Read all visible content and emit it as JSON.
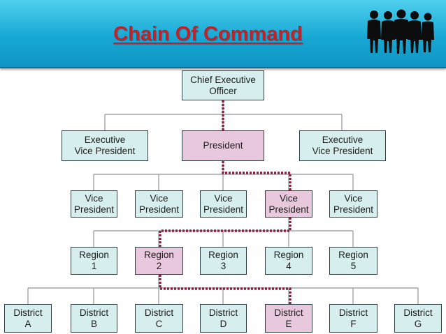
{
  "header": {
    "title": "Chain Of Command"
  },
  "colors": {
    "header_blue": "#18a8d4",
    "title_red": "#c0222a",
    "box_normal": "#d6eeed",
    "box_highlight": "#e8c8dc",
    "chain_line": "#8b1e3f"
  },
  "org": {
    "ceo": "Chief Executive\nOfficer",
    "level2": [
      "Executive\nVice President",
      "President",
      "Executive\nVice President"
    ],
    "level3": [
      "Vice\nPresident",
      "Vice\nPresident",
      "Vice\nPresident",
      "Vice\nPresident",
      "Vice\nPresident"
    ],
    "level4": [
      "Region\n1",
      "Region\n2",
      "Region\n3",
      "Region\n4",
      "Region\n5"
    ],
    "level5": [
      "District\nA",
      "District\nB",
      "District\nC",
      "District\nD",
      "District\nE",
      "District\nF",
      "District\nG"
    ]
  }
}
